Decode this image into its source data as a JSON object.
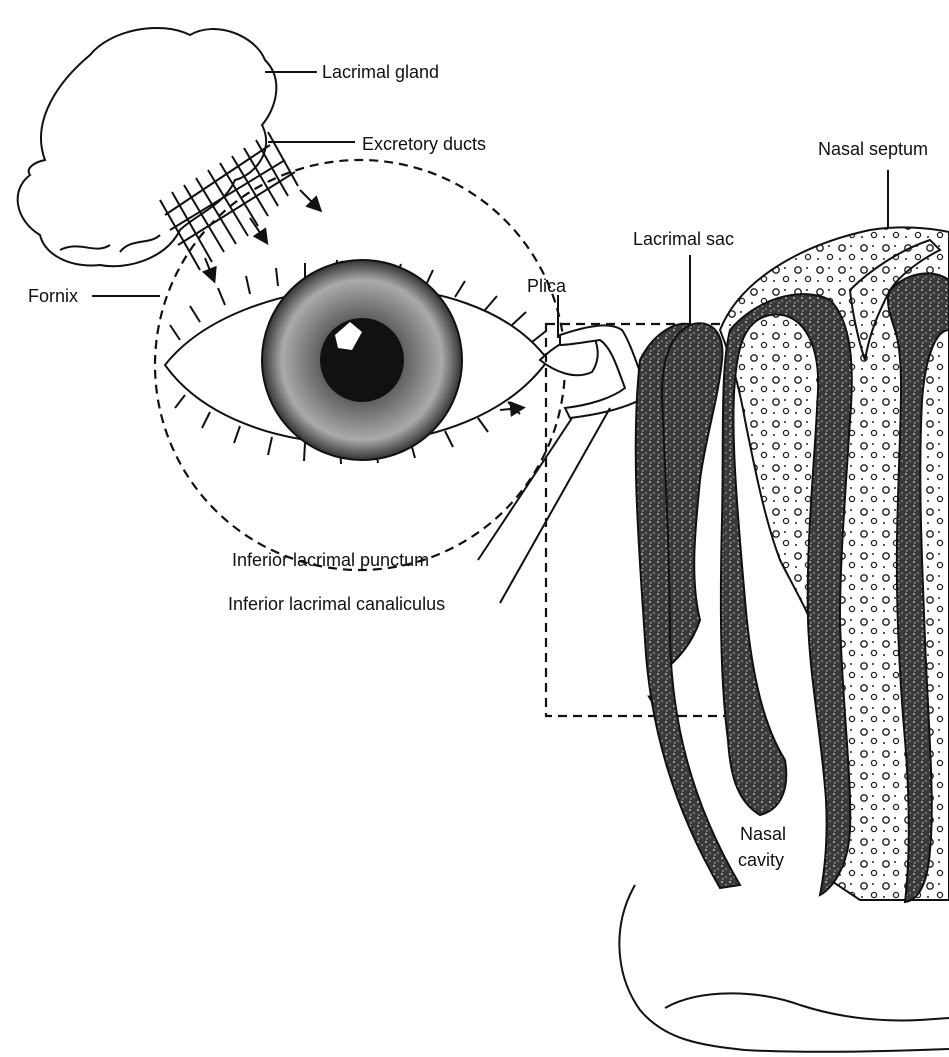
{
  "labels": {
    "lacrimal_gland": "Lacrimal gland",
    "excretory_ducts": "Excretory ducts",
    "nasal_septum": "Nasal septum",
    "lacrimal_sac": "Lacrimal sac",
    "plica": "Plica",
    "fornix": "Fornix",
    "inferior_punctum": "Inferior lacrimal  punctum",
    "inferior_canaliculus": "Inferior lacrimal canaliculus",
    "nasal": "Nasal",
    "cavity": "cavity"
  },
  "colors": {
    "ink": "#111111",
    "tissue": "#4a4a4a",
    "background": "#ffffff"
  }
}
